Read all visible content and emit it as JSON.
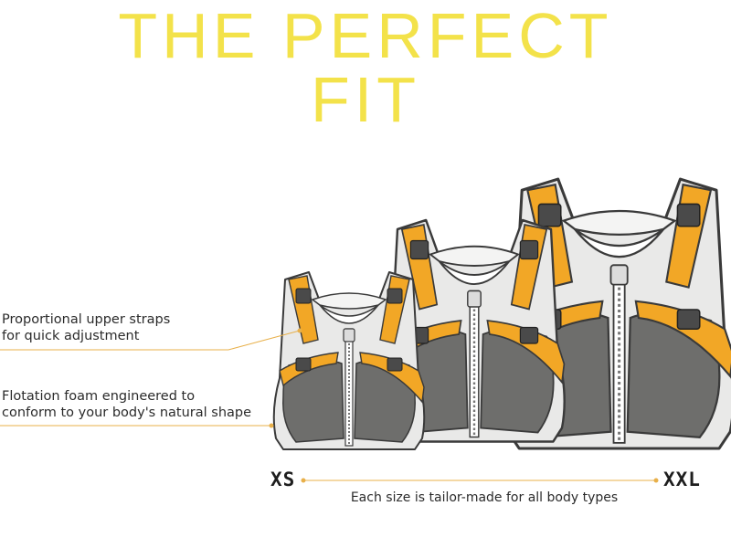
{
  "headline": {
    "line1": "THE PERFECT",
    "line2": "FIT"
  },
  "callouts": {
    "straps": {
      "line1": "Proportional upper straps",
      "line2": "for quick adjustment"
    },
    "foam": {
      "line1": "Flotation foam engineered to",
      "line2": "conform to your body's natural shape"
    }
  },
  "sizes": {
    "min": "XS",
    "max": "XXL"
  },
  "caption": "Each size is tailor-made for all body types",
  "colors": {
    "accent_yellow": "#f3e24a",
    "strap_orange": "#f2a726",
    "foam_gray": "#6e6e6c",
    "shell_light": "#e9e9e8",
    "outline": "#3a3a3a",
    "leader_line": "#e8b04a"
  }
}
